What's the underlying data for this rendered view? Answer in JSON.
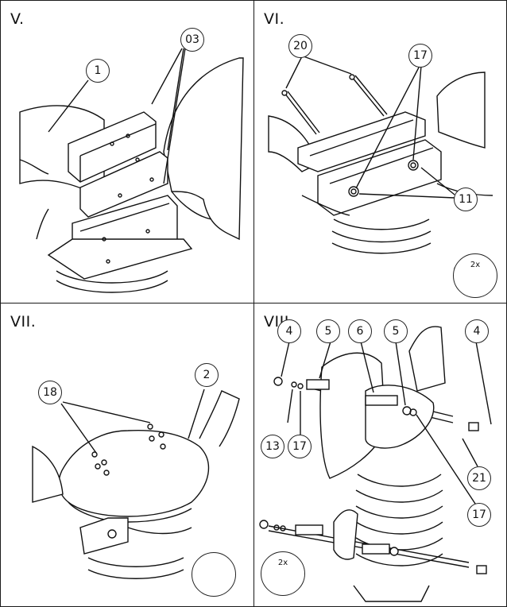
{
  "panels": [
    {
      "step": "V.",
      "callouts": [
        "1",
        "03"
      ]
    },
    {
      "step": "VI.",
      "callouts": [
        "20",
        "17",
        "11"
      ],
      "inset_qty": "2x"
    },
    {
      "step": "VII.",
      "callouts": [
        "18",
        "2"
      ]
    },
    {
      "step": "VIII.",
      "callouts": [
        "4",
        "5",
        "6",
        "5",
        "4",
        "13",
        "17",
        "21",
        "17"
      ],
      "inset_qty": "2x"
    }
  ]
}
